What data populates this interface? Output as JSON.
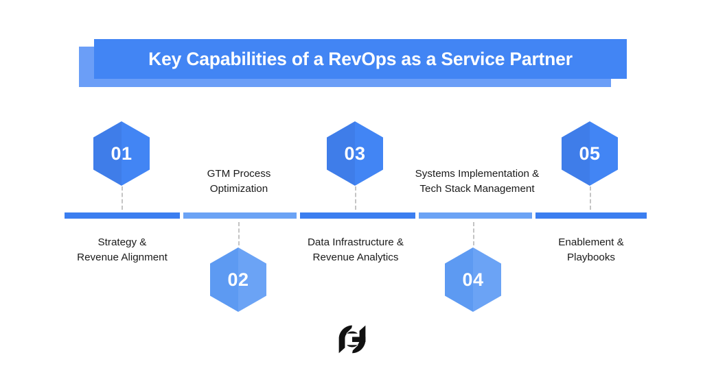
{
  "banner": {
    "title": "Key Capabilities of a RevOps as a Service Partner",
    "main_color": "#4285f4",
    "shadow_color": "#6b9ef7",
    "text_color": "#ffffff"
  },
  "colors": {
    "rule_dark": "#3b7ef0",
    "rule_light": "#6ba3f5",
    "hex_dark_left": "#3f7de9",
    "hex_dark_right": "#4285f4",
    "hex_light_left": "#5d9af2",
    "hex_light_right": "#6ba3f5",
    "dash": "#c4c4c4",
    "label_text": "#1a1a1a",
    "logo": "#111111",
    "background": "#ffffff"
  },
  "steps": [
    {
      "number": "01",
      "label_line1": "Strategy &",
      "label_line2": "Revenue Alignment",
      "position": "above",
      "tone": "dark"
    },
    {
      "number": "02",
      "label_line1": "GTM Process",
      "label_line2": "Optimization",
      "position": "below",
      "tone": "light"
    },
    {
      "number": "03",
      "label_line1": "Data Infrastructure &",
      "label_line2": "Revenue Analytics",
      "position": "above",
      "tone": "dark"
    },
    {
      "number": "04",
      "label_line1": "Systems Implementation &",
      "label_line2": "Tech Stack Management",
      "position": "below",
      "tone": "light"
    },
    {
      "number": "05",
      "label_line1": "Enablement &",
      "label_line2": "Playbooks",
      "position": "above",
      "tone": "dark"
    }
  ],
  "rule_segments": [
    {
      "tone": "dark"
    },
    {
      "tone": "light"
    },
    {
      "tone": "dark"
    },
    {
      "tone": "light"
    },
    {
      "tone": "dark"
    }
  ],
  "logo": {
    "name": "brand-g-logo",
    "letter": "G"
  }
}
